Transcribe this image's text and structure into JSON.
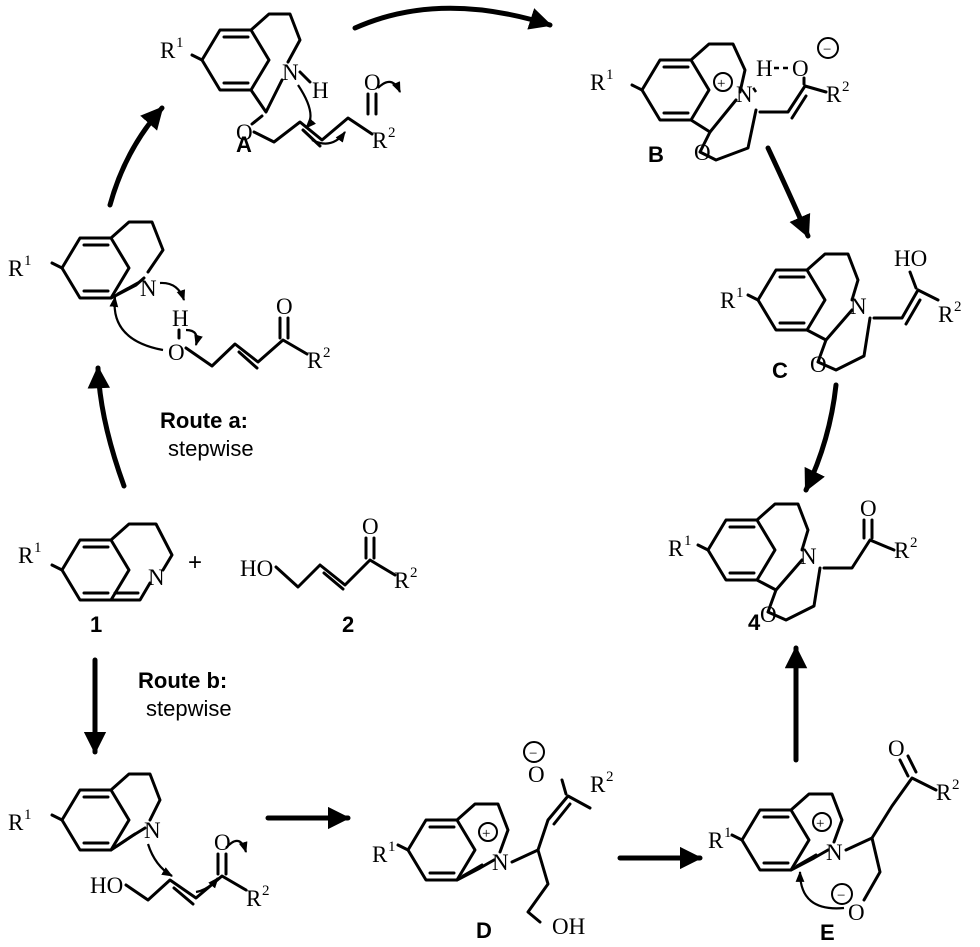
{
  "atoms": {
    "R": "R",
    "sup1": "1",
    "sup2": "2",
    "N": "N",
    "O": "O",
    "H": "H",
    "HO": "HO",
    "OH": "OH",
    "minus": "−",
    "plus": "+"
  },
  "compounds": {
    "A": "A",
    "B": "B",
    "C": "C",
    "D": "D",
    "E": "E",
    "c1": "1",
    "c2": "2",
    "c4": "4"
  },
  "routes": {
    "a_title": "Route a:",
    "a_sub": "stepwise",
    "b_title": "Route b:",
    "b_sub": "stepwise"
  },
  "reaction": {
    "plus_sign": "+"
  }
}
